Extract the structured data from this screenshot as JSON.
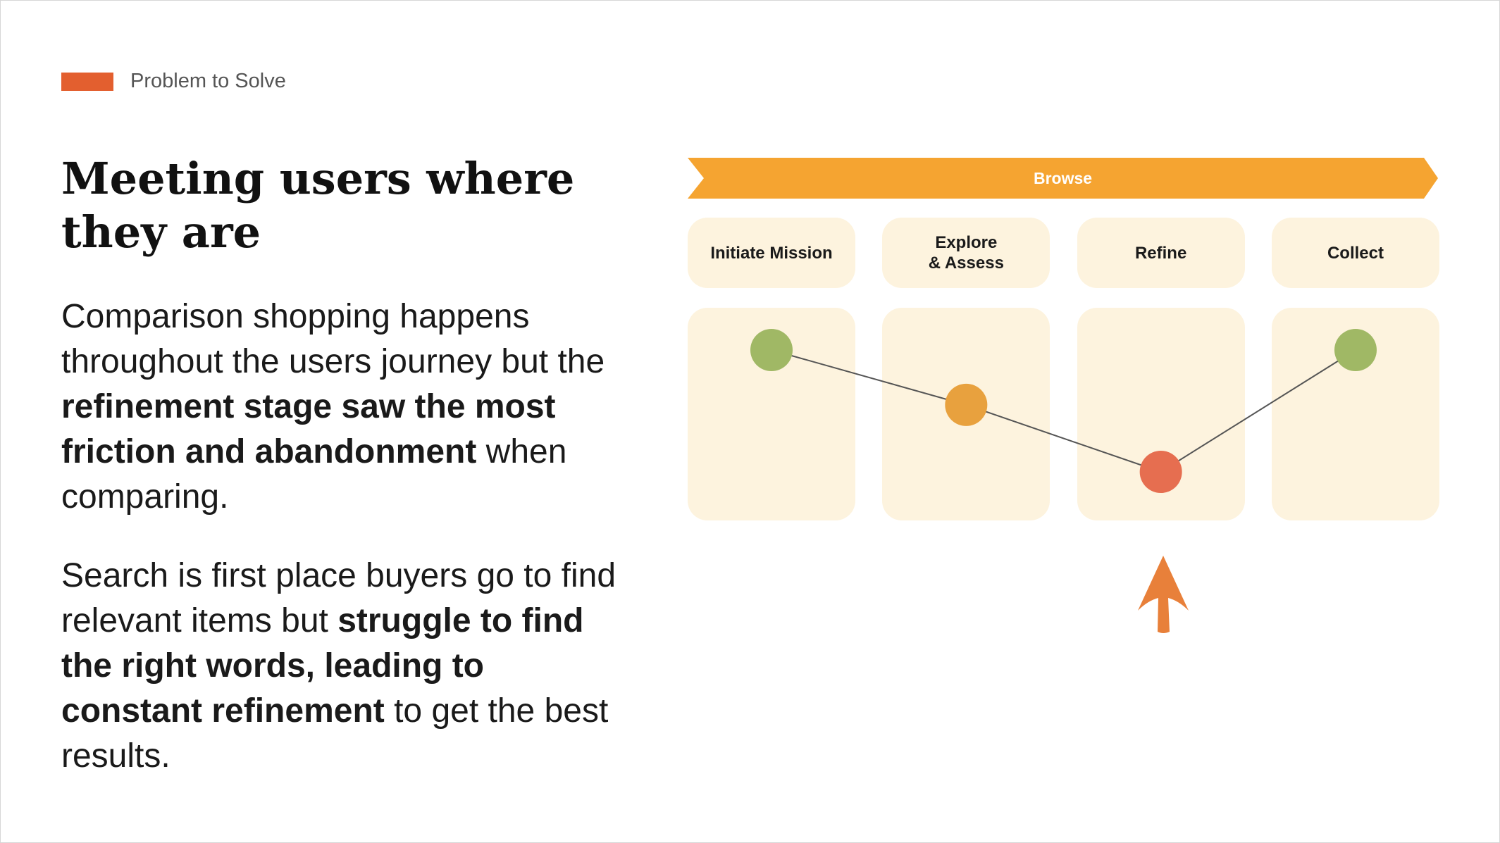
{
  "eyebrow": {
    "label": "Problem to Solve",
    "color": "#e35f2f"
  },
  "title": {
    "line1": "Meeting users where",
    "line2": "they are"
  },
  "para1": {
    "intro": "Comparison shopping happens throughout the users journey but the ",
    "bold": "refinement stage saw the most friction and abandonment",
    "outro": " when comparing."
  },
  "para2": {
    "intro": "Search is first place buyers go to find relevant items but ",
    "bold": "struggle to find the right words, leading to constant refinement",
    "outro": " to get the best results."
  },
  "diagram": {
    "stage_label": "Browse",
    "stage_color": "#f5a431",
    "phases": [
      {
        "label": "Initiate Mission",
        "sentiment_color": "#a0b865",
        "level": 0.0
      },
      {
        "label": "Explore\n& Assess",
        "sentiment_color": "#e8a13e",
        "level": 0.45
      },
      {
        "label": "Refine",
        "sentiment_color": "#e66e50",
        "level": 1.0
      },
      {
        "label": "Collect",
        "sentiment_color": "#a0b865",
        "level": 0.0
      }
    ],
    "highlight": {
      "phase_index": 2,
      "icon": "arrow-up-icon",
      "color": "#e8803a"
    }
  }
}
